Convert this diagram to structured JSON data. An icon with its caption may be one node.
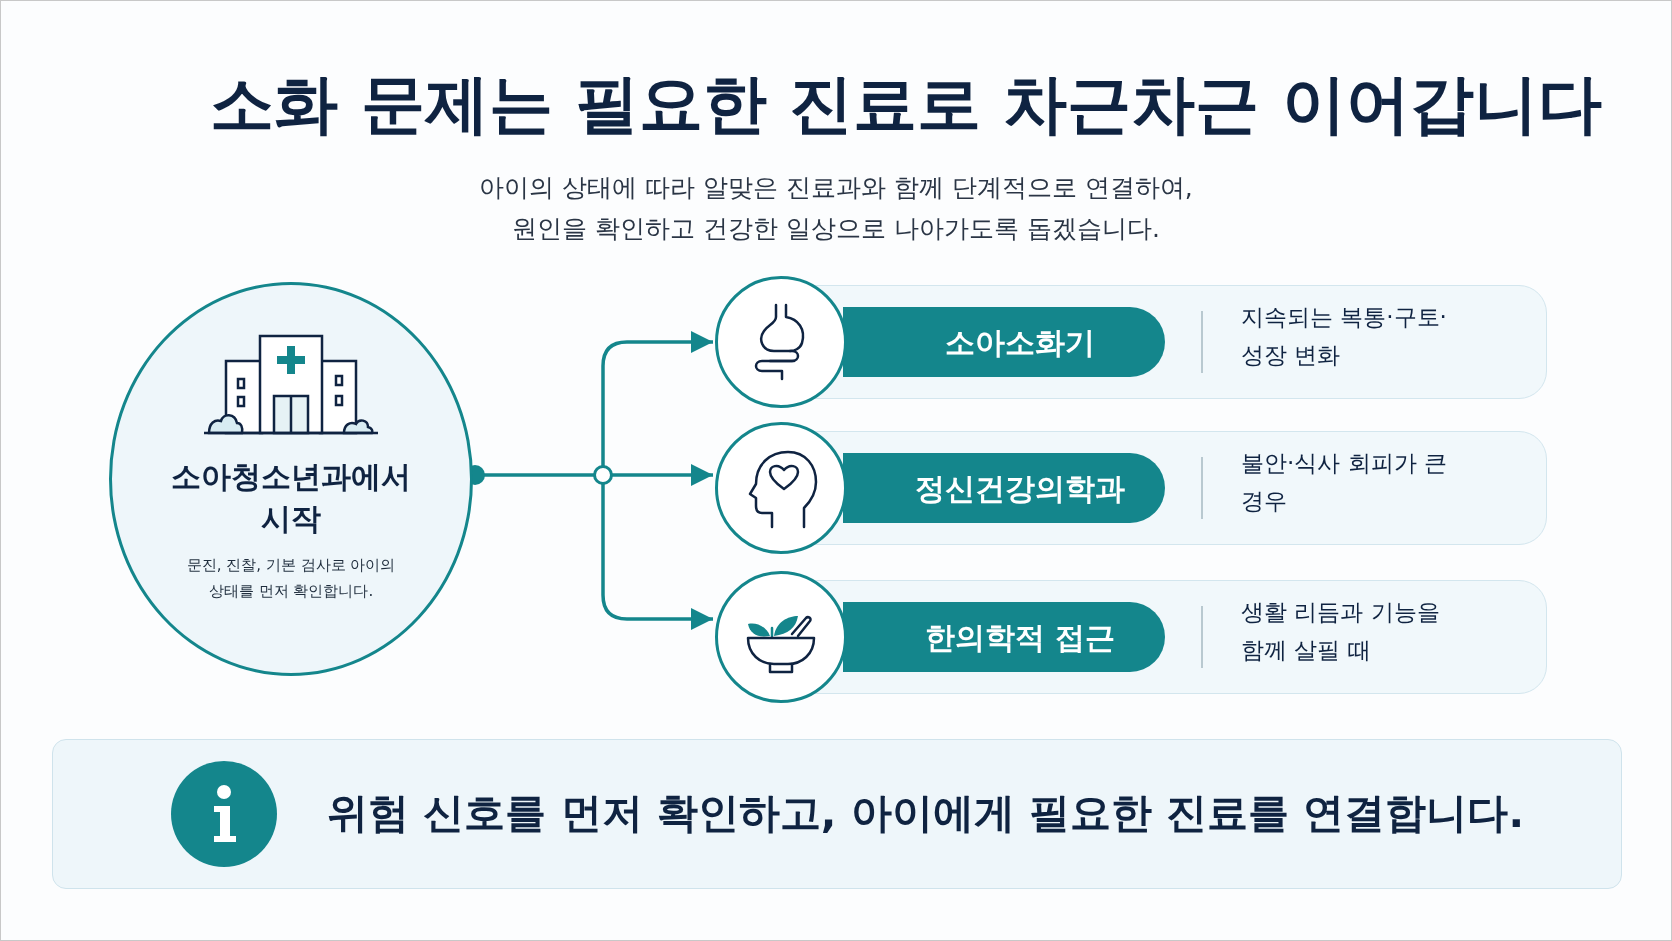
{
  "diagram": {
    "title": "소화 문제는 필요한 진료로 차근차근 이어갑니다",
    "nodes": [
      {
        "text": [
          "소아청소년과에서 시작",
          "문진, 진찰, 기본 검사로 아이의 상태를 먼저 확인합니다."
        ]
      },
      {
        "text": [],
        "shape": "circle"
      },
      {
        "text": [
          "소아소화기",
          "지속되는 복통·구토· 성장 변화"
        ]
      },
      {
        "text": [
          "정신건강의학과",
          "불안·식사 회피가 큰 경우"
        ]
      },
      {
        "text": [
          "한의학적 접근",
          "생활 리듬과 기능을 함께 살필 때"
        ]
      },
      {
        "text": [
          "위험 신호를 먼저 확인하고, 아이에게 필요한 진료를 연결합니다."
        ]
      }
    ],
    "edges": [
      {
        "from": 0,
        "to": 1,
        "arrow": "other"
      },
      {
        "from": 1,
        "to": 2,
        "arrow": "to"
      },
      {
        "from": 1,
        "to": 3,
        "arrow": "to"
      },
      {
        "from": 1,
        "to": 4,
        "arrow": "to"
      }
    ],
    "labels": [
      "아이의 상태에 따라 알맞은 진료과와 함께 단계적으로 연결하여, 원인을 확인하고 건강한 일상으로 나아가도록 돕겠습니다."
    ]
  }
}
